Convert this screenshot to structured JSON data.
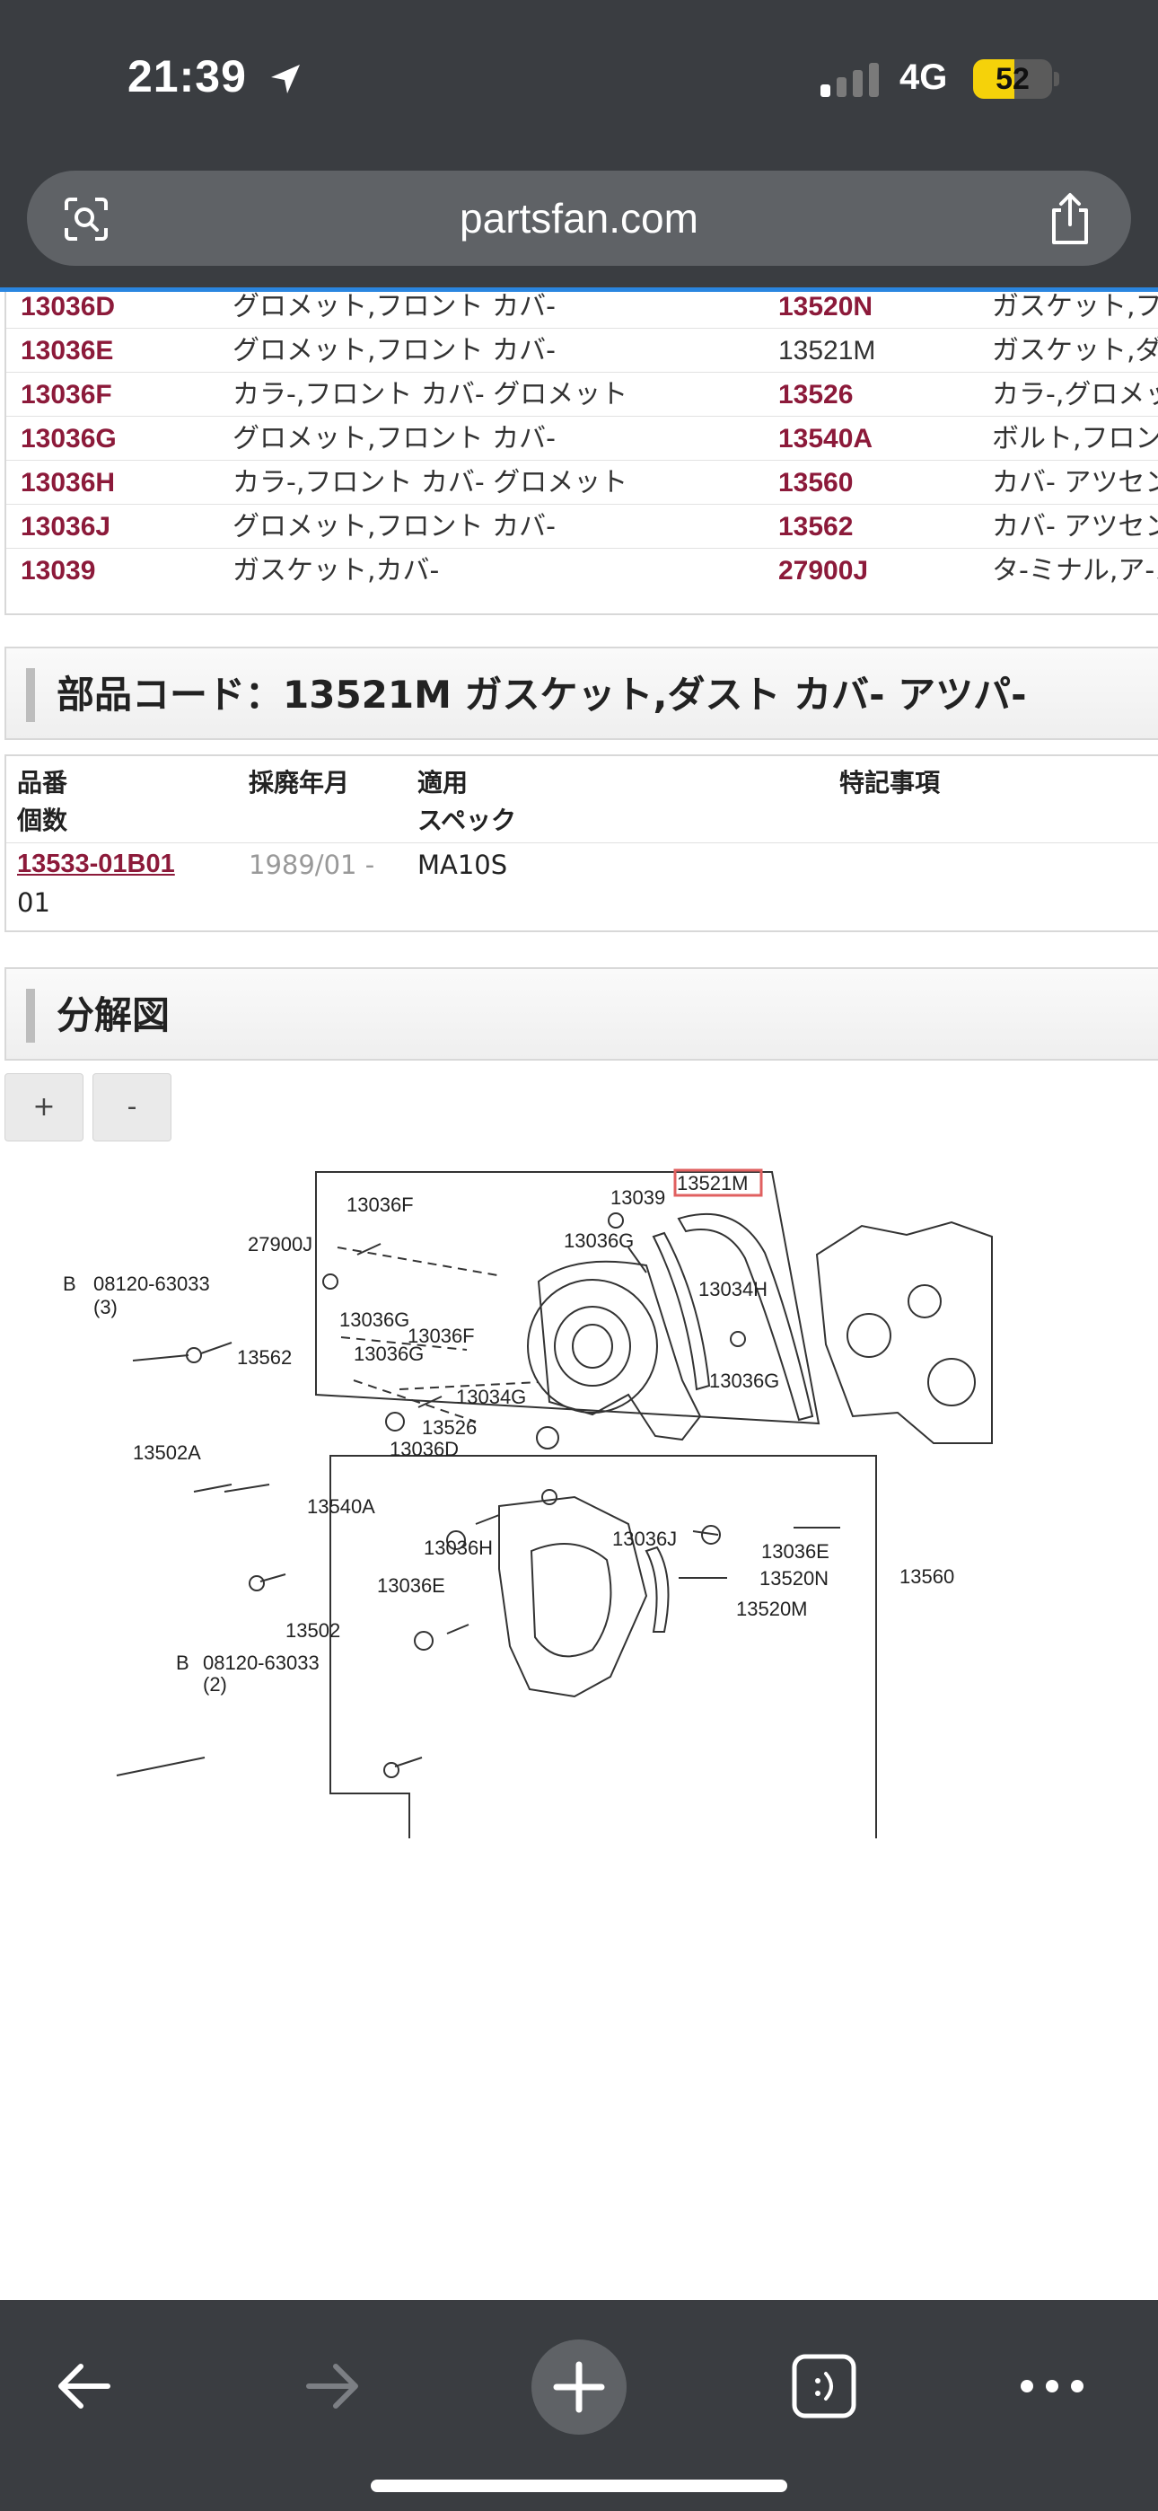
{
  "status_bar": {
    "time": "21:39",
    "network": "4G",
    "battery_level": "52",
    "battery_fraction": 0.52,
    "battery_color": "#f5d20a"
  },
  "browser": {
    "url": "partsfan.com",
    "accent_color": "#2a86e0"
  },
  "parts_list": {
    "rows": [
      {
        "code_a": "13036D",
        "name_a": "グロメット,フロント カバ-",
        "code_b": "13520N",
        "name_b": "ガスケット,フロ"
      },
      {
        "code_a": "13036E",
        "name_a": "グロメット,フロント カバ-",
        "code_b": "13521M",
        "name_b": "ガスケット,ダス"
      },
      {
        "code_a": "13036F",
        "name_a": "カラ-,フロント カバ- グロメット",
        "code_b": "13526",
        "name_b": "カラ-,グロメッ"
      },
      {
        "code_a": "13036G",
        "name_a": "グロメット,フロント カバ-",
        "code_b": "13540A",
        "name_b": "ボルト,フロント"
      },
      {
        "code_a": "13036H",
        "name_a": "カラ-,フロント カバ- グロメット",
        "code_b": "13560",
        "name_b": "カバ- アツセン"
      },
      {
        "code_a": "13036J",
        "name_a": "グロメット,フロント カバ-",
        "code_b": "13562",
        "name_b": "カバ- アツセン"
      },
      {
        "code_a": "13039",
        "name_a": "ガスケット,カバ-",
        "code_b": "27900J",
        "name_b": "タ-ミナル,ア-ス"
      }
    ]
  },
  "part_section": {
    "title": "部品コード：13521M ガスケット,ダスト カバ- アツパ-",
    "headers": {
      "part_number": "品番",
      "quantity": "個数",
      "period": "採廃年月",
      "applicable": "適用",
      "spec": "スペック",
      "notes": "特記事項"
    },
    "row": {
      "part_number": "13533-01B01",
      "quantity": "01",
      "period": "1989/01 -",
      "spec": "MA10S",
      "notes": ""
    }
  },
  "diagram_section": {
    "title": "分解図",
    "zoom_in": "+",
    "zoom_out": "-",
    "labels": {
      "l_13521M": "13521M",
      "l_13039": "13039",
      "l_13036F_a": "13036F",
      "l_27900J": "27900J",
      "l_13036G_a": "13036G",
      "l_08120_a": "08120-63033",
      "l_qty3": "(3)",
      "l_13036G_b": "13036G",
      "l_13034H_a": "13034H",
      "l_13036F_b": "13036F",
      "l_13562": "13562",
      "l_13036G_c": "13036G",
      "l_13036G_d": "13036G",
      "l_13034G": "13034G",
      "l_13526": "13526",
      "l_13502A": "13502A",
      "l_13036D": "13036D",
      "l_13540A": "13540A",
      "l_13036J": "13036J",
      "l_13036H": "13036H",
      "l_13036E_a": "13036E",
      "l_13036E_b": "13036E",
      "l_13520N": "13520N",
      "l_13560": "13560",
      "l_13520M": "13520M",
      "l_13502": "13502",
      "l_08120_b": "08120-63033",
      "l_qty2": "(2)",
      "l_B1": "B",
      "l_B2": "B"
    },
    "highlight_color": "#e06060"
  }
}
